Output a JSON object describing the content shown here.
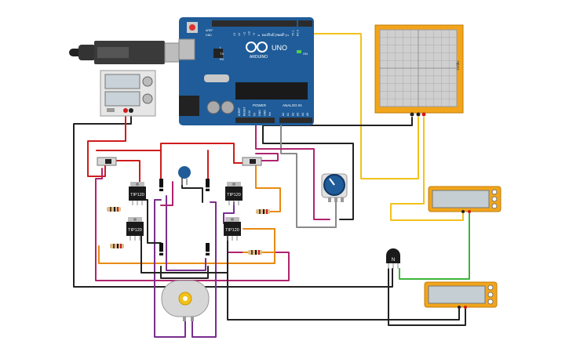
{
  "arduino": {
    "model": "UNO",
    "brand": "ARDUINO",
    "digital_label": "DIGITAL (PWM~)",
    "power_label": "POWER",
    "analog_label": "ANALOG IN",
    "pin_l": "L",
    "pin_tx": "TX",
    "pin_rx": "RX",
    "pin_on": "ON",
    "pin_aref": "AREF",
    "pin_gnd": "GND",
    "digital_pins": [
      "13",
      "12",
      "~11",
      "~10",
      "~9",
      "8",
      "7",
      "~6",
      "~5",
      "4",
      "~3",
      "2",
      "TX 1",
      "RX 0"
    ],
    "power_pins": [
      "IOREF",
      "RESET",
      "3.3V",
      "5V",
      "GND",
      "GND",
      "Vin"
    ],
    "analog_pins": [
      "A0",
      "A1",
      "A2",
      "A3",
      "A4",
      "A5"
    ]
  },
  "transistors": {
    "q1": "TIP120",
    "q2": "TIP120",
    "q3": "TIP120",
    "q4": "TIP120"
  },
  "oscilloscope": {
    "side_label": "1V/div"
  },
  "temp_sensor": {
    "label": "N"
  },
  "colors": {
    "board": "#1f5c99",
    "wire_red": "#d01c1c",
    "wire_black": "#222222",
    "wire_magenta": "#b0246e",
    "wire_purple": "#7a2e8e",
    "wire_orange": "#e88a12",
    "wire_yellow": "#f2c21a",
    "wire_gray": "#8a8a8a",
    "wire_green": "#3cb43c",
    "meter_frame": "#f2a51a"
  }
}
